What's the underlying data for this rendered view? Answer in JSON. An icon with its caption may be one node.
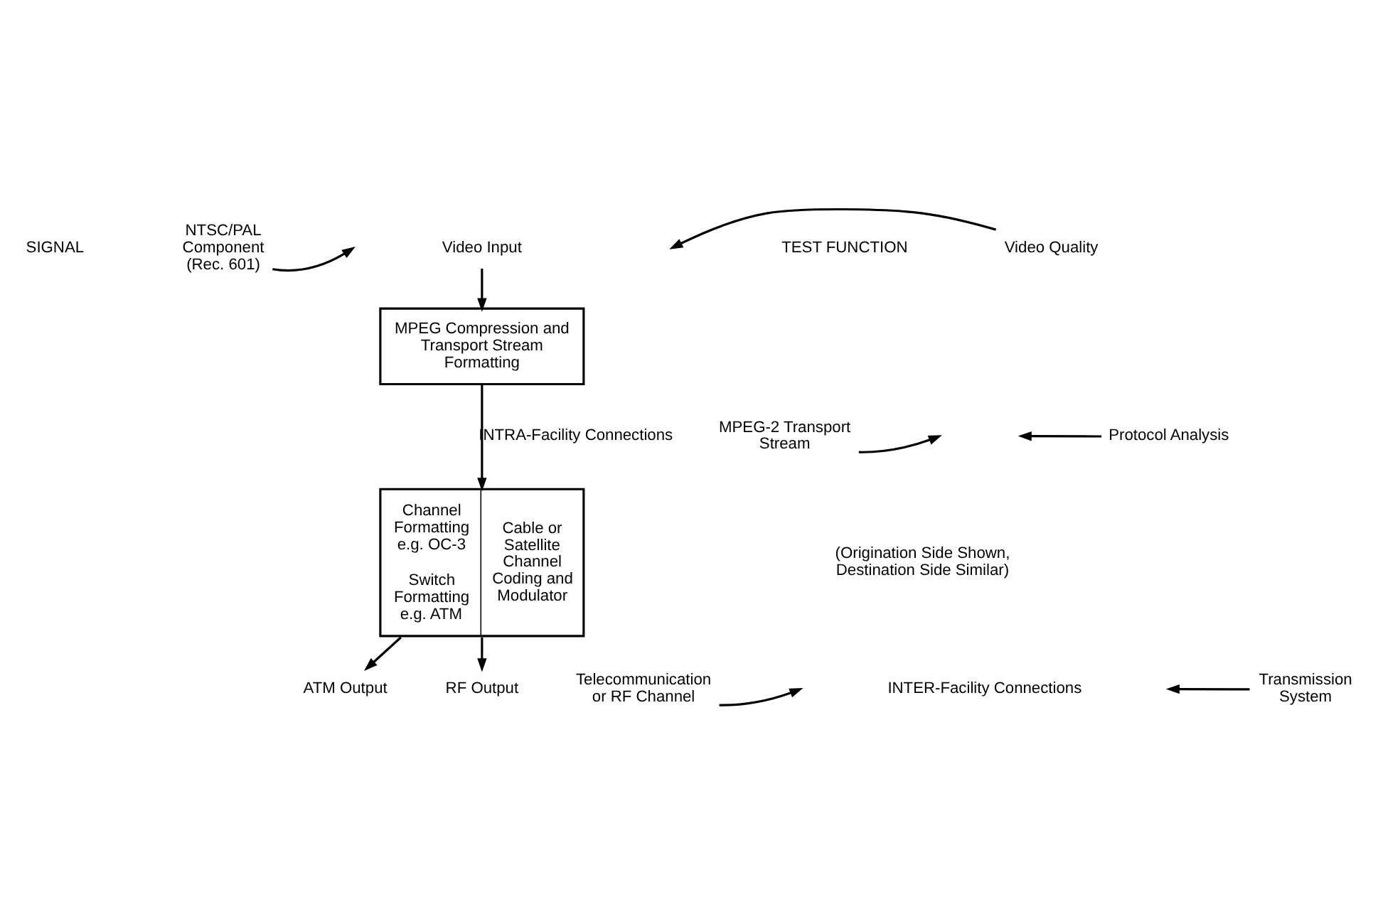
{
  "diagram": {
    "nodes": [
      {
        "text": [
          "Video Input"
        ]
      },
      {
        "text": [
          "MPEG Compression and Transport Stream Formatting"
        ]
      },
      {
        "text": [
          "Channel Formatting e.g. OC-3",
          "Switch Formatting e.g. ATM",
          "Cable or Satellite Channel Coding and Modulator"
        ]
      },
      {
        "text": [
          "ATM Output"
        ]
      },
      {
        "text": [
          "RF Output"
        ]
      },
      {
        "text": [
          "NTSC/PAL Component (Rec. 601)"
        ]
      },
      {
        "text": [
          "Video Quality"
        ]
      },
      {
        "text": [
          "MPEG-2 Transport Stream"
        ]
      },
      {
        "text": [
          "Protocol Analysis"
        ]
      },
      {
        "text": [
          "Telecommunication or RF Channel"
        ]
      },
      {
        "text": [
          "Transmission System"
        ]
      }
    ],
    "edges": [
      {
        "from": 0,
        "to": 1,
        "arrow": "to"
      },
      {
        "from": 1,
        "to": 2,
        "arrow": "to",
        "label": "INTRA-Facility Connections"
      },
      {
        "from": 2,
        "to": 3,
        "arrow": "to"
      },
      {
        "from": 2,
        "to": 4,
        "arrow": "to"
      },
      {
        "from": 5,
        "to": null,
        "arrow": "to"
      },
      {
        "from": 6,
        "to": null,
        "arrow": "to"
      },
      {
        "from": 7,
        "to": null,
        "arrow": "to"
      },
      {
        "from": 8,
        "to": null,
        "arrow": "to"
      },
      {
        "from": 9,
        "to": null,
        "arrow": "to"
      },
      {
        "from": 10,
        "to": null,
        "arrow": "to"
      }
    ],
    "labels": [
      "SIGNAL",
      "TEST FUNCTION",
      "(Origination Side Shown, Destination Side Similar)",
      "INTER-Facility Connections"
    ]
  }
}
